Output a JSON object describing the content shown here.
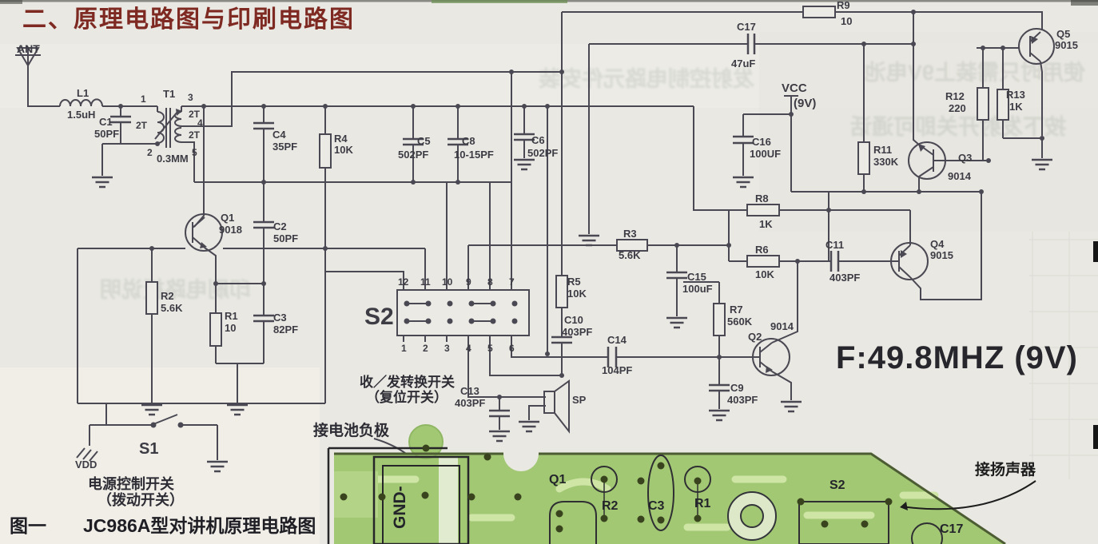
{
  "page": {
    "title": "二、原理电路图与印刷电路图",
    "figure_no": "图一",
    "figure_caption": "JC986A型对讲机原理电路图",
    "frequency": "F:49.8MHZ (9V)"
  },
  "t": {
    "ant": "ANT",
    "l1": "L1",
    "l1_v": "1.5uH",
    "c1": "C1",
    "c1_v": "50PF",
    "t1": "T1",
    "t1_wire": "0.3MM",
    "w2t": "2T",
    "p1": "1",
    "p2": "2",
    "p3": "3",
    "p4": "4",
    "p5": "5",
    "c4": "C4",
    "c4_v": "35PF",
    "r4": "R4",
    "r4_v": "10K",
    "c5": "C5",
    "c5_v": "502PF",
    "c8": "C8",
    "c8_v": "10-15PF",
    "c6": "C6",
    "c6_v": "502PF",
    "r9": "R9",
    "r9_v": "10",
    "c17": "C17",
    "c17_v": "47uF",
    "vcc": "VCC",
    "vcc_v": "(9V)",
    "c16": "C16",
    "c16_v": "100UF",
    "r11": "R11",
    "r11_v": "330K",
    "q3": "Q3",
    "q3_v": "9014",
    "r12": "R12",
    "r12_v": "220",
    "r13": "R13",
    "r13_v": "1K",
    "q5": "Q5",
    "q5_v": "9015",
    "q1": "Q1",
    "q1_v": "9018",
    "c2": "C2",
    "c2_v": "50PF",
    "r2": "R2",
    "r2_v": "5.6K",
    "r1": "R1",
    "r1_v": "10",
    "c3": "C3",
    "c3_v": "82PF",
    "s2": "S2",
    "s2_top": [
      "12",
      "11",
      "10",
      "9",
      "8",
      "7"
    ],
    "s2_bot": [
      "1",
      "2",
      "3",
      "4",
      "5",
      "6"
    ],
    "r5": "R5",
    "r5_v": "10K",
    "c10": "C10",
    "c10_v": "403PF",
    "sw_line1": "收／发转换开关",
    "sw_line2": "（复位开关）",
    "c13": "C13",
    "c13_v": "403PF",
    "batt_neg": "接电池负极",
    "sp": "SP",
    "c14": "C14",
    "c14_v": "104PF",
    "r3": "R3",
    "r3_v": "5.6K",
    "c15": "C15",
    "c15_v": "100uF",
    "r8": "R8",
    "r8_v": "1K",
    "r6": "R6",
    "r6_v": "10K",
    "c11": "C11",
    "c11_v": "403PF",
    "r7": "R7",
    "r7_v": "560K",
    "q2": "Q2",
    "q2_v": "9014",
    "c9": "C9",
    "c9_v": "403PF",
    "q4": "Q4",
    "q4_v": "9015",
    "s1": "S1",
    "vdd": "VDD",
    "pwr_line1": "电源控制开关",
    "pwr_line2": "（拨动开关）"
  },
  "pcb": {
    "gnd": "GND-",
    "q1": "Q1",
    "r2": "R2",
    "c3": "C3",
    "r1": "R1",
    "s2": "S2",
    "c17": "C17",
    "speaker": "接扬声器"
  },
  "bleed": {
    "r1": "使用时只需装上9V电池",
    "r2": "按下发射开关即可通话",
    "r3": "发射控制电路元件安装",
    "r4": "印刷电路板说明"
  },
  "colors": {
    "paper": "#e9e8e2",
    "ink": "#4a4852",
    "title_red": "#7e2a22",
    "board_green": "#a2c873",
    "trace_light": "#cfe5a6",
    "pad_dark": "#39441f"
  }
}
